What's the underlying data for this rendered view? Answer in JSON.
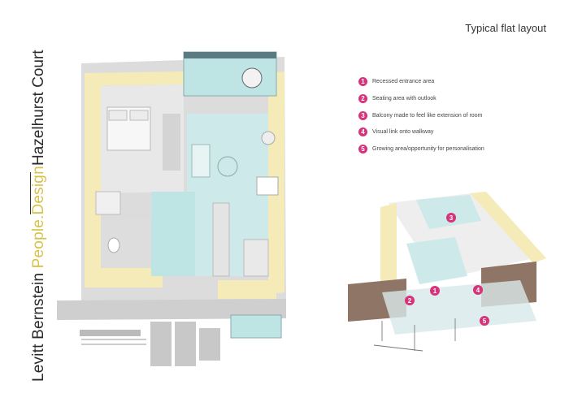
{
  "project_name": "Hazelhurst Court",
  "firm_name": "Levitt Bernstein",
  "firm_tagline": "People.Design",
  "page_title": "Typical flat layout",
  "legend": [
    {
      "num": "1",
      "label": "Recessed entrance area"
    },
    {
      "num": "2",
      "label": "Seating area with outlook"
    },
    {
      "num": "3",
      "label": "Balcony made to feel like extension of room"
    },
    {
      "num": "4",
      "label": "Visual link onto walkway"
    },
    {
      "num": "5",
      "label": "Growing area/opportunity for personalisation"
    }
  ],
  "markers": [
    "1",
    "2",
    "3",
    "4",
    "5"
  ],
  "colors": {
    "accent": "#d6337a",
    "wall_yellow": "#f4ebb8",
    "glass_blue": "#bfe4e4",
    "floor_grey": "#e6e6e6",
    "tagline_yellow": "#d8c34a"
  }
}
